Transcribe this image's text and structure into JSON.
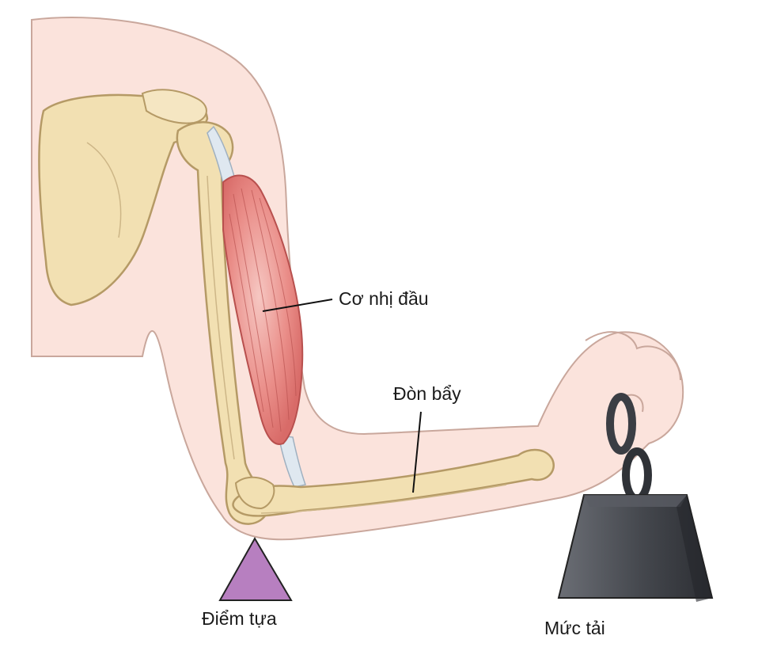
{
  "labels": {
    "biceps": "Cơ nhị đầu",
    "lever": "Đòn bẩy",
    "fulcrum": "Điểm tựa",
    "load": "Mức tải"
  },
  "colors": {
    "skin": "#fbe3dc",
    "skin_outline": "#c9a79c",
    "bone": "#f2e0b2",
    "bone_outline": "#b59a66",
    "muscle": "#e98b87",
    "tendon": "#dfe8f0",
    "fulcrum": "#b77fc0",
    "weight": "#3f4248",
    "line": "#111111"
  }
}
